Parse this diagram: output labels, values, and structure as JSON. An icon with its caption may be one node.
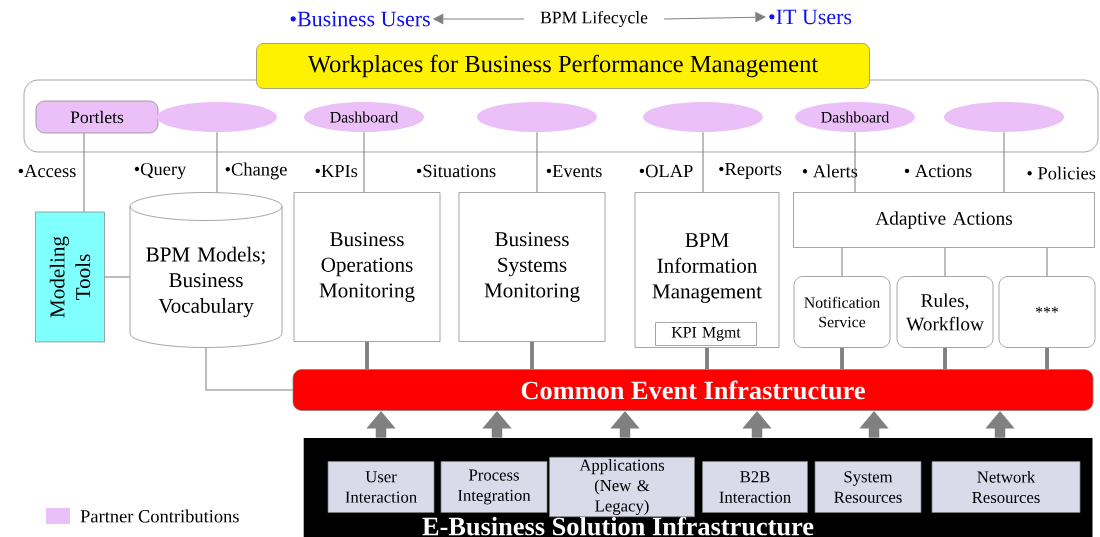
{
  "diagram": {
    "nodes": [
      {
        "text": [
          "•Business Users"
        ]
      },
      {
        "text": [
          "BPM Lifecycle"
        ]
      },
      {
        "text": [
          "•IT Users"
        ]
      },
      {
        "text": [
          "Workplaces for Business Performance Management"
        ]
      },
      {
        "text": [
          "Portlets"
        ],
        "in": 3
      },
      {
        "text": [],
        "shape": "ellipse",
        "in": 3
      },
      {
        "text": [
          "Dashboard"
        ],
        "in": 3
      },
      {
        "text": [],
        "shape": "ellipse",
        "in": 3
      },
      {
        "text": [],
        "shape": "ellipse",
        "in": 3
      },
      {
        "text": [
          "Dashboard"
        ],
        "in": 3
      },
      {
        "text": [],
        "shape": "ellipse",
        "in": 3
      },
      {
        "text": [
          "Modeling Tools"
        ]
      },
      {
        "text": [
          "BPM Models; Business Vocabulary"
        ]
      },
      {
        "text": [
          "Business Operations Monitoring"
        ]
      },
      {
        "text": [
          "Business Systems Monitoring"
        ]
      },
      {
        "text": [
          "BPM Information Management"
        ]
      },
      {
        "text": [
          "KPI Mgmt"
        ],
        "in": 15
      },
      {
        "text": [
          "Adaptive Actions"
        ]
      },
      {
        "text": [
          "Notification Service"
        ]
      },
      {
        "text": [
          "Rules, Workflow"
        ]
      },
      {
        "text": [
          "***"
        ]
      },
      {
        "text": [
          "Common Event Infrastructure"
        ]
      },
      {
        "text": [
          "E-Business Solution Infrastructure"
        ]
      },
      {
        "text": [
          "User Interaction"
        ],
        "in": 22
      },
      {
        "text": [
          "Process Integration"
        ],
        "in": 22
      },
      {
        "text": [
          "Applications (New & Legacy)"
        ],
        "in": 22
      },
      {
        "text": [
          "B2B Interaction"
        ],
        "in": 22
      },
      {
        "text": [
          "System Resources"
        ],
        "in": 22
      },
      {
        "text": [
          "Network Resources"
        ],
        "in": 22
      }
    ],
    "edges": [
      {
        "from": 1,
        "to": 0,
        "arrow": "to"
      },
      {
        "from": 1,
        "to": 2,
        "arrow": "to"
      },
      {
        "from": 4,
        "to": 11,
        "arrow": "none"
      },
      {
        "from": 5,
        "to": 12,
        "arrow": "none"
      },
      {
        "from": 6,
        "to": 13,
        "arrow": "none"
      },
      {
        "from": 7,
        "to": 14,
        "arrow": "none"
      },
      {
        "from": 8,
        "to": 15,
        "arrow": "none"
      },
      {
        "from": 9,
        "to": 17,
        "arrow": "none"
      },
      {
        "from": 10,
        "to": 17,
        "arrow": "none"
      },
      {
        "from": 11,
        "to": 12,
        "arrow": "none"
      },
      {
        "from": 12,
        "to": 21,
        "arrow": "none"
      },
      {
        "from": 13,
        "to": 21,
        "arrow": "none",
        "style": "thick"
      },
      {
        "from": 14,
        "to": 21,
        "arrow": "none",
        "style": "thick"
      },
      {
        "from": 15,
        "to": 21,
        "arrow": "none",
        "style": "thick"
      },
      {
        "from": 17,
        "to": 18,
        "arrow": "none"
      },
      {
        "from": 17,
        "to": 19,
        "arrow": "none"
      },
      {
        "from": 17,
        "to": 20,
        "arrow": "none"
      },
      {
        "from": 18,
        "to": 21,
        "arrow": "none",
        "style": "thick"
      },
      {
        "from": 19,
        "to": 21,
        "arrow": "none",
        "style": "thick"
      },
      {
        "from": 20,
        "to": 21,
        "arrow": "none",
        "style": "thick"
      },
      {
        "from": 22,
        "to": 21,
        "arrow": "to",
        "style": "thick"
      },
      {
        "from": 22,
        "to": 21,
        "arrow": "to",
        "style": "thick"
      },
      {
        "from": 22,
        "to": 21,
        "arrow": "to",
        "style": "thick"
      },
      {
        "from": 22,
        "to": 21,
        "arrow": "to",
        "style": "thick"
      },
      {
        "from": 22,
        "to": 21,
        "arrow": "to",
        "style": "thick"
      },
      {
        "from": 22,
        "to": 21,
        "arrow": "to",
        "style": "thick"
      }
    ],
    "labels": [
      "•Access",
      "•Query",
      "•Change",
      "•KPIs",
      "•Situations",
      "•Events",
      "•OLAP",
      "•Reports",
      "• Alerts",
      "• Actions",
      "• Policies"
    ],
    "legend": [
      {
        "text": "Partner Contributions",
        "color": "#ebbff7"
      }
    ]
  }
}
